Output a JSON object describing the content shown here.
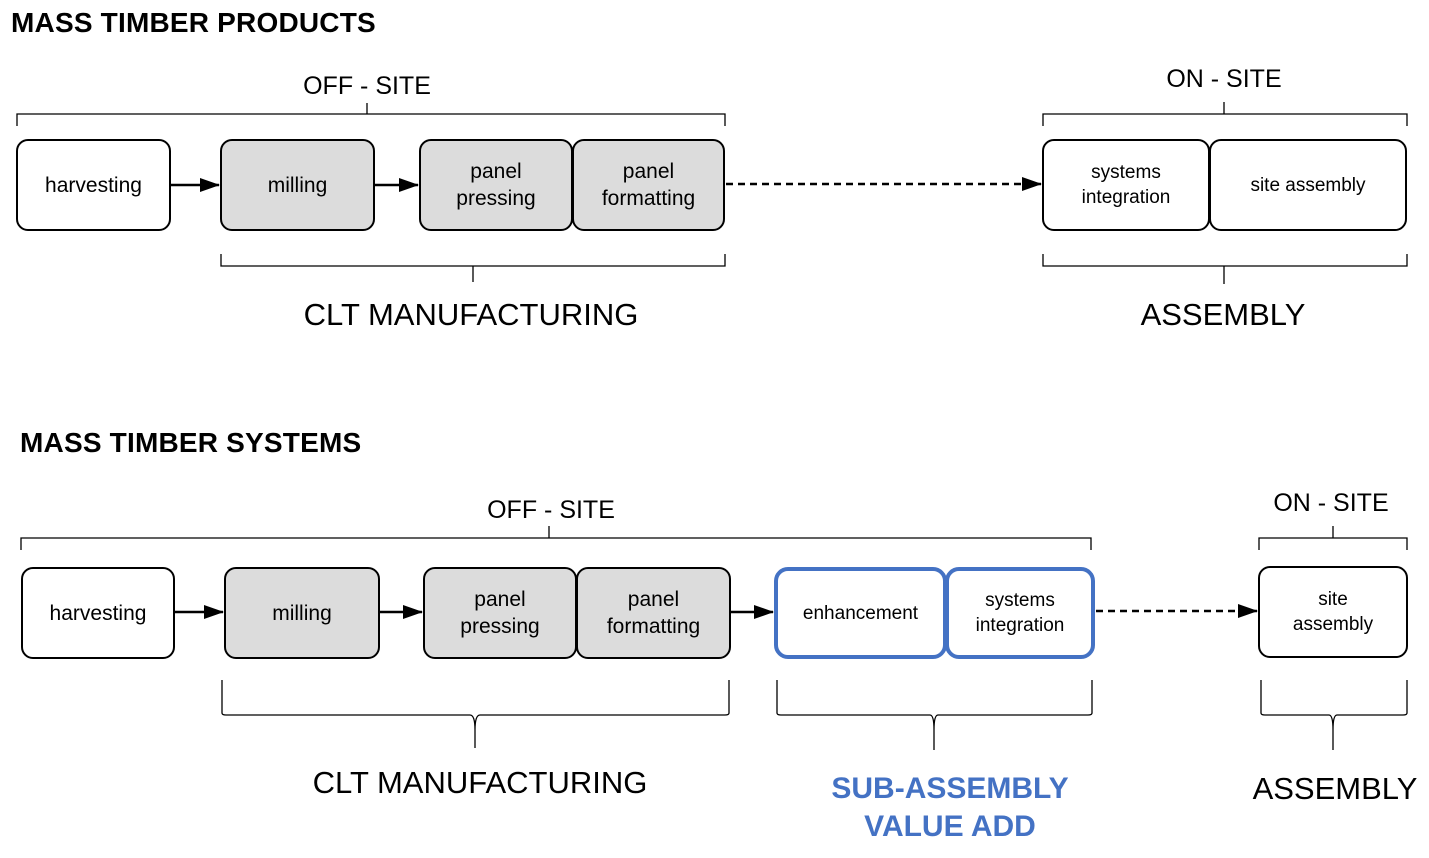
{
  "products": {
    "title": "MASS TIMBER PRODUCTS",
    "off_site": "OFF - SITE",
    "on_site": "ON - SITE",
    "steps": {
      "harvesting": "harvesting",
      "milling": "milling",
      "panel_pressing": "panel\npressing",
      "panel_formatting": "panel\nformatting",
      "systems_integration": "systems\nintegration",
      "site_assembly": "site assembly"
    },
    "group_clt": "CLT MANUFACTURING",
    "group_assembly": "ASSEMBLY"
  },
  "systems": {
    "title": "MASS TIMBER SYSTEMS",
    "off_site": "OFF - SITE",
    "on_site": "ON - SITE",
    "steps": {
      "harvesting": "harvesting",
      "milling": "milling",
      "panel_pressing": "panel\npressing",
      "panel_formatting": "panel\nformatting",
      "enhancement": "enhancement",
      "systems_integration": "systems\nintegration",
      "site_assembly": "site\nassembly"
    },
    "group_clt": "CLT MANUFACTURING",
    "group_subassembly_line1": "SUB-ASSEMBLY",
    "group_subassembly_line2": "VALUE ADD",
    "group_assembly": "ASSEMBLY"
  },
  "colors": {
    "accent_blue": "#4472c4",
    "process_fill": "#dcdcdc"
  }
}
